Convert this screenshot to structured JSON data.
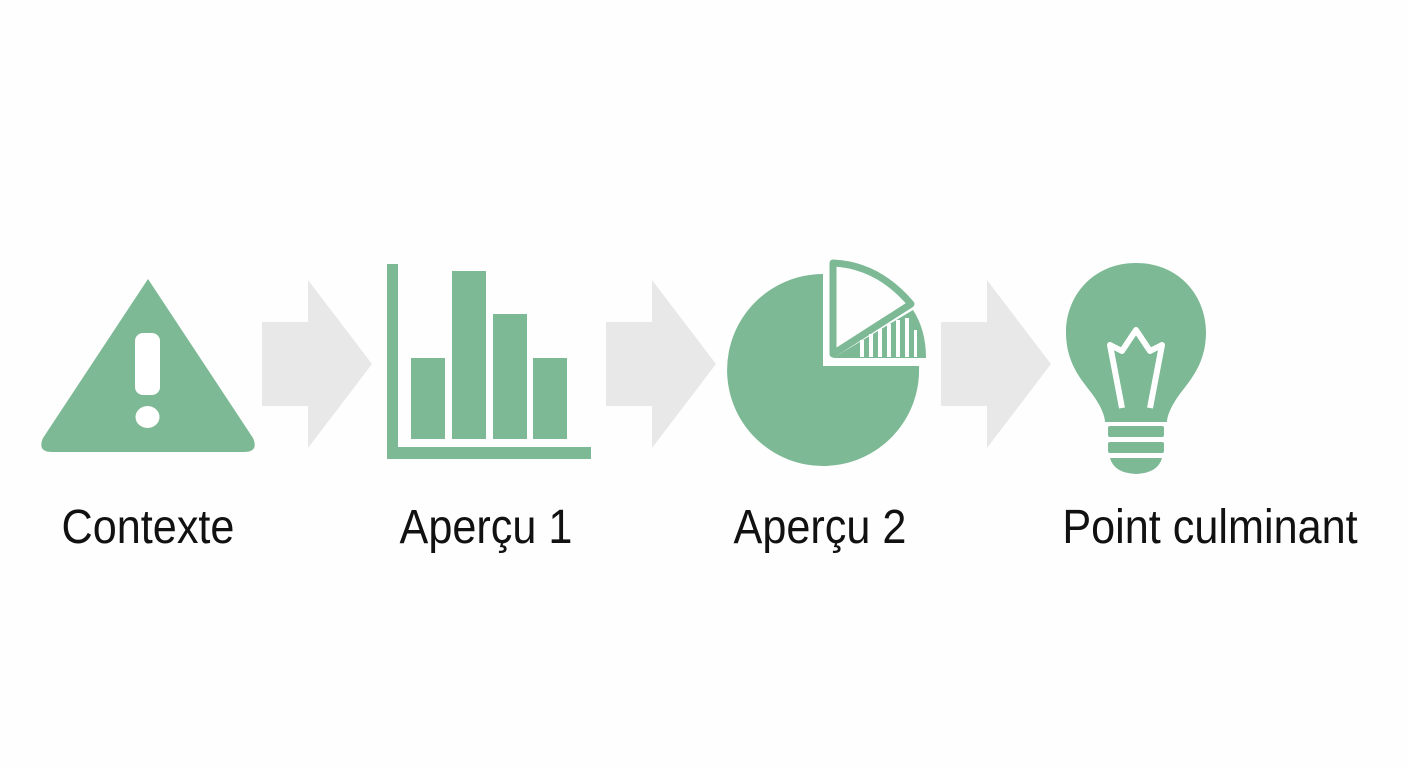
{
  "colors": {
    "accent": "#7cb994",
    "arrow": "#e8e8e8",
    "text": "#111111",
    "background": "#fefefe"
  },
  "steps": [
    {
      "label": "Contexte",
      "icon": "warning-icon"
    },
    {
      "label": "Aperçu 1",
      "icon": "bar-chart-icon"
    },
    {
      "label": "Aperçu 2",
      "icon": "pie-chart-icon"
    },
    {
      "label": "Point culminant",
      "icon": "lightbulb-icon"
    }
  ],
  "connectors": [
    "arrow-right-icon",
    "arrow-right-icon",
    "arrow-right-icon"
  ]
}
